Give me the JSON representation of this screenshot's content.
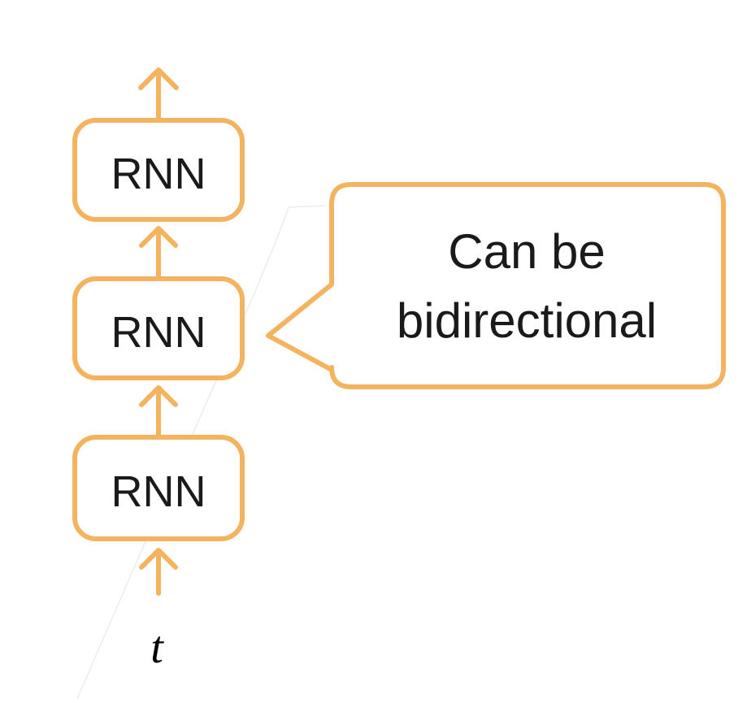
{
  "diagram": {
    "layers": [
      {
        "label": "RNN"
      },
      {
        "label": "RNN"
      },
      {
        "label": "RNN"
      }
    ],
    "input_label": "t",
    "callout": {
      "line1": "Can be",
      "line2": "bidirectional"
    },
    "colors": {
      "accent": "#f4b35e",
      "text": "#1a1a1a",
      "background": "#ffffff"
    }
  }
}
